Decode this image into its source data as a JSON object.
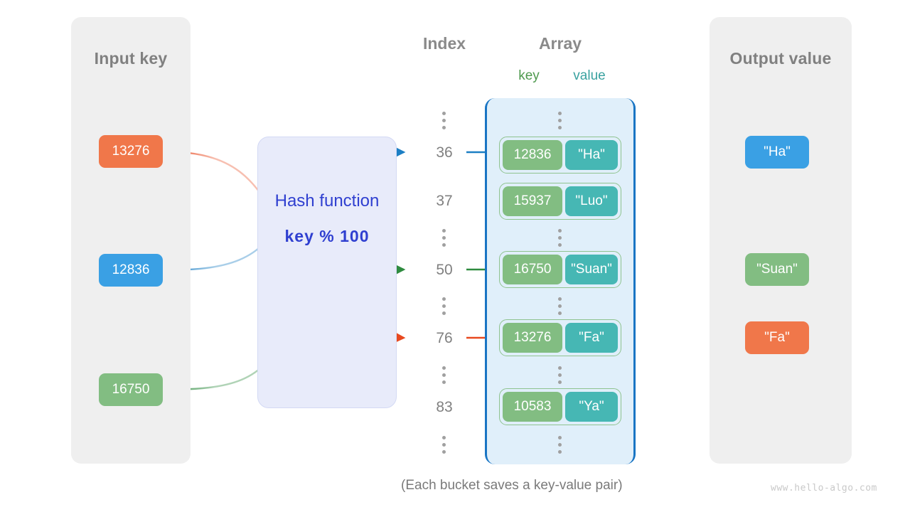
{
  "panels": {
    "input": {
      "title": "Input key"
    },
    "output": {
      "title": "Output value"
    }
  },
  "columns": {
    "index_title": "Index",
    "array_title": "Array",
    "key_label": "key",
    "value_label": "value"
  },
  "hash_function": {
    "name": "Hash function",
    "formula": "key % 100"
  },
  "input_keys": [
    {
      "label": "13276",
      "color": "#f0774a"
    },
    {
      "label": "12836",
      "color": "#3aa0e4"
    },
    {
      "label": "16750",
      "color": "#82bd82"
    }
  ],
  "output_values": [
    {
      "label": "\"Ha\"",
      "color": "#3aa0e4"
    },
    {
      "label": "\"Suan\"",
      "color": "#82bd82"
    },
    {
      "label": "\"Fa\"",
      "color": "#f0774a"
    }
  ],
  "indices": [
    "36",
    "37",
    "50",
    "76",
    "83"
  ],
  "buckets": [
    {
      "index": "36",
      "key": "12836",
      "value": "\"Ha\""
    },
    {
      "index": "37",
      "key": "15937",
      "value": "\"Luo\""
    },
    {
      "index": "50",
      "key": "16750",
      "value": "\"Suan\""
    },
    {
      "index": "76",
      "key": "13276",
      "value": "\"Fa\""
    },
    {
      "index": "83",
      "key": "10583",
      "value": "\"Ya\""
    }
  ],
  "ellipses_count": 5,
  "caption": "(Each bucket saves a key-value pair)",
  "watermark": "www.hello-algo.com",
  "colors": {
    "panel_bg": "#efefef",
    "array_bg": "#e0effa",
    "array_border": "#1975c4",
    "hash_bg": "#e8ebfa",
    "hash_text": "#2f3fd0",
    "key_cell": "#82bd82",
    "value_cell": "#46b7b4",
    "bucket_border": "#8fc38f",
    "title_gray": "#808080",
    "orange_wire": "#e8491f",
    "blue_wire": "#1c7fc4",
    "green_wire": "#2e8b3f"
  }
}
